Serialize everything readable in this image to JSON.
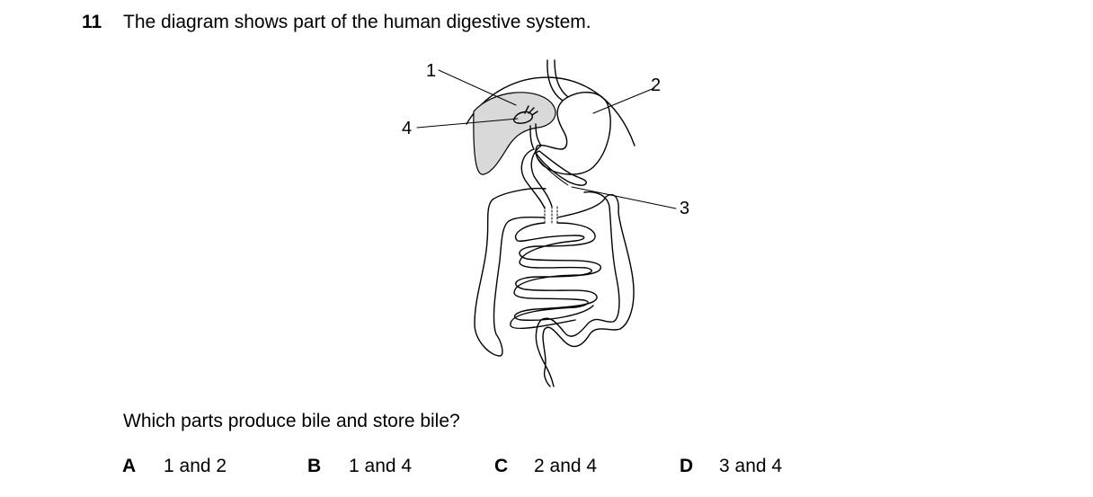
{
  "question": {
    "number": "11",
    "text": "The diagram shows part of the human digestive system.",
    "prompt": "Which parts produce bile and store bile?"
  },
  "diagram": {
    "labels": [
      "1",
      "2",
      "3",
      "4"
    ],
    "liver_fill": "#d9d9d9"
  },
  "options": [
    {
      "letter": "A",
      "text": "1 and 2"
    },
    {
      "letter": "B",
      "text": "1 and 4"
    },
    {
      "letter": "C",
      "text": "2 and 4"
    },
    {
      "letter": "D",
      "text": "3 and 4"
    }
  ]
}
